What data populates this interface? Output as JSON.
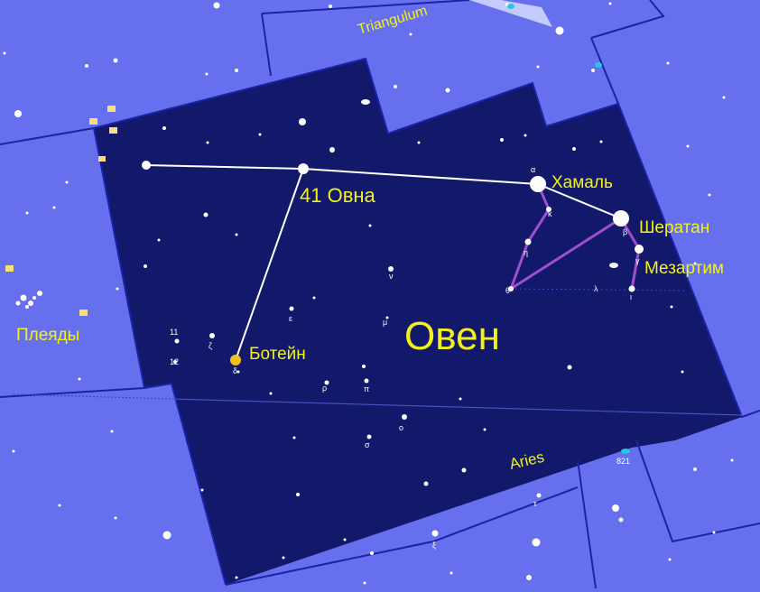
{
  "constellation": {
    "name": "Овен",
    "latin": "Aries"
  },
  "neighbors": {
    "triangulum": "Triangulum",
    "pleiades": "Плеяды"
  },
  "stars": {
    "hamal": "Хамаль",
    "sheratan": "Шератан",
    "mesarthim": "Мезартим",
    "botein": "Ботейн",
    "star41": "41 Овна"
  },
  "greek_letters": {
    "alpha": "α",
    "beta": "β",
    "gamma": "γ",
    "delta": "δ",
    "epsilon": "ε",
    "zeta": "ζ",
    "eta": "η",
    "theta": "θ",
    "iota": "ι",
    "kappa": "κ",
    "lambda": "λ",
    "mu": "μ",
    "nu": "ν",
    "xi": "ξ",
    "omicron": "ο",
    "pi": "π",
    "rho": "ρ",
    "sigma": "σ",
    "tau": "τ"
  },
  "catalog_labels": {
    "n11": "11",
    "n12": "12",
    "n821": "821"
  },
  "colors": {
    "sky_outside": "#6670ee",
    "constellation_area": "#13196a",
    "boundary": "#1a22a8",
    "label_yellow": "#f2f21a",
    "figure_line": "#a04ed0",
    "connector_line": "#ffffff",
    "botein_star": "#f0c020"
  }
}
